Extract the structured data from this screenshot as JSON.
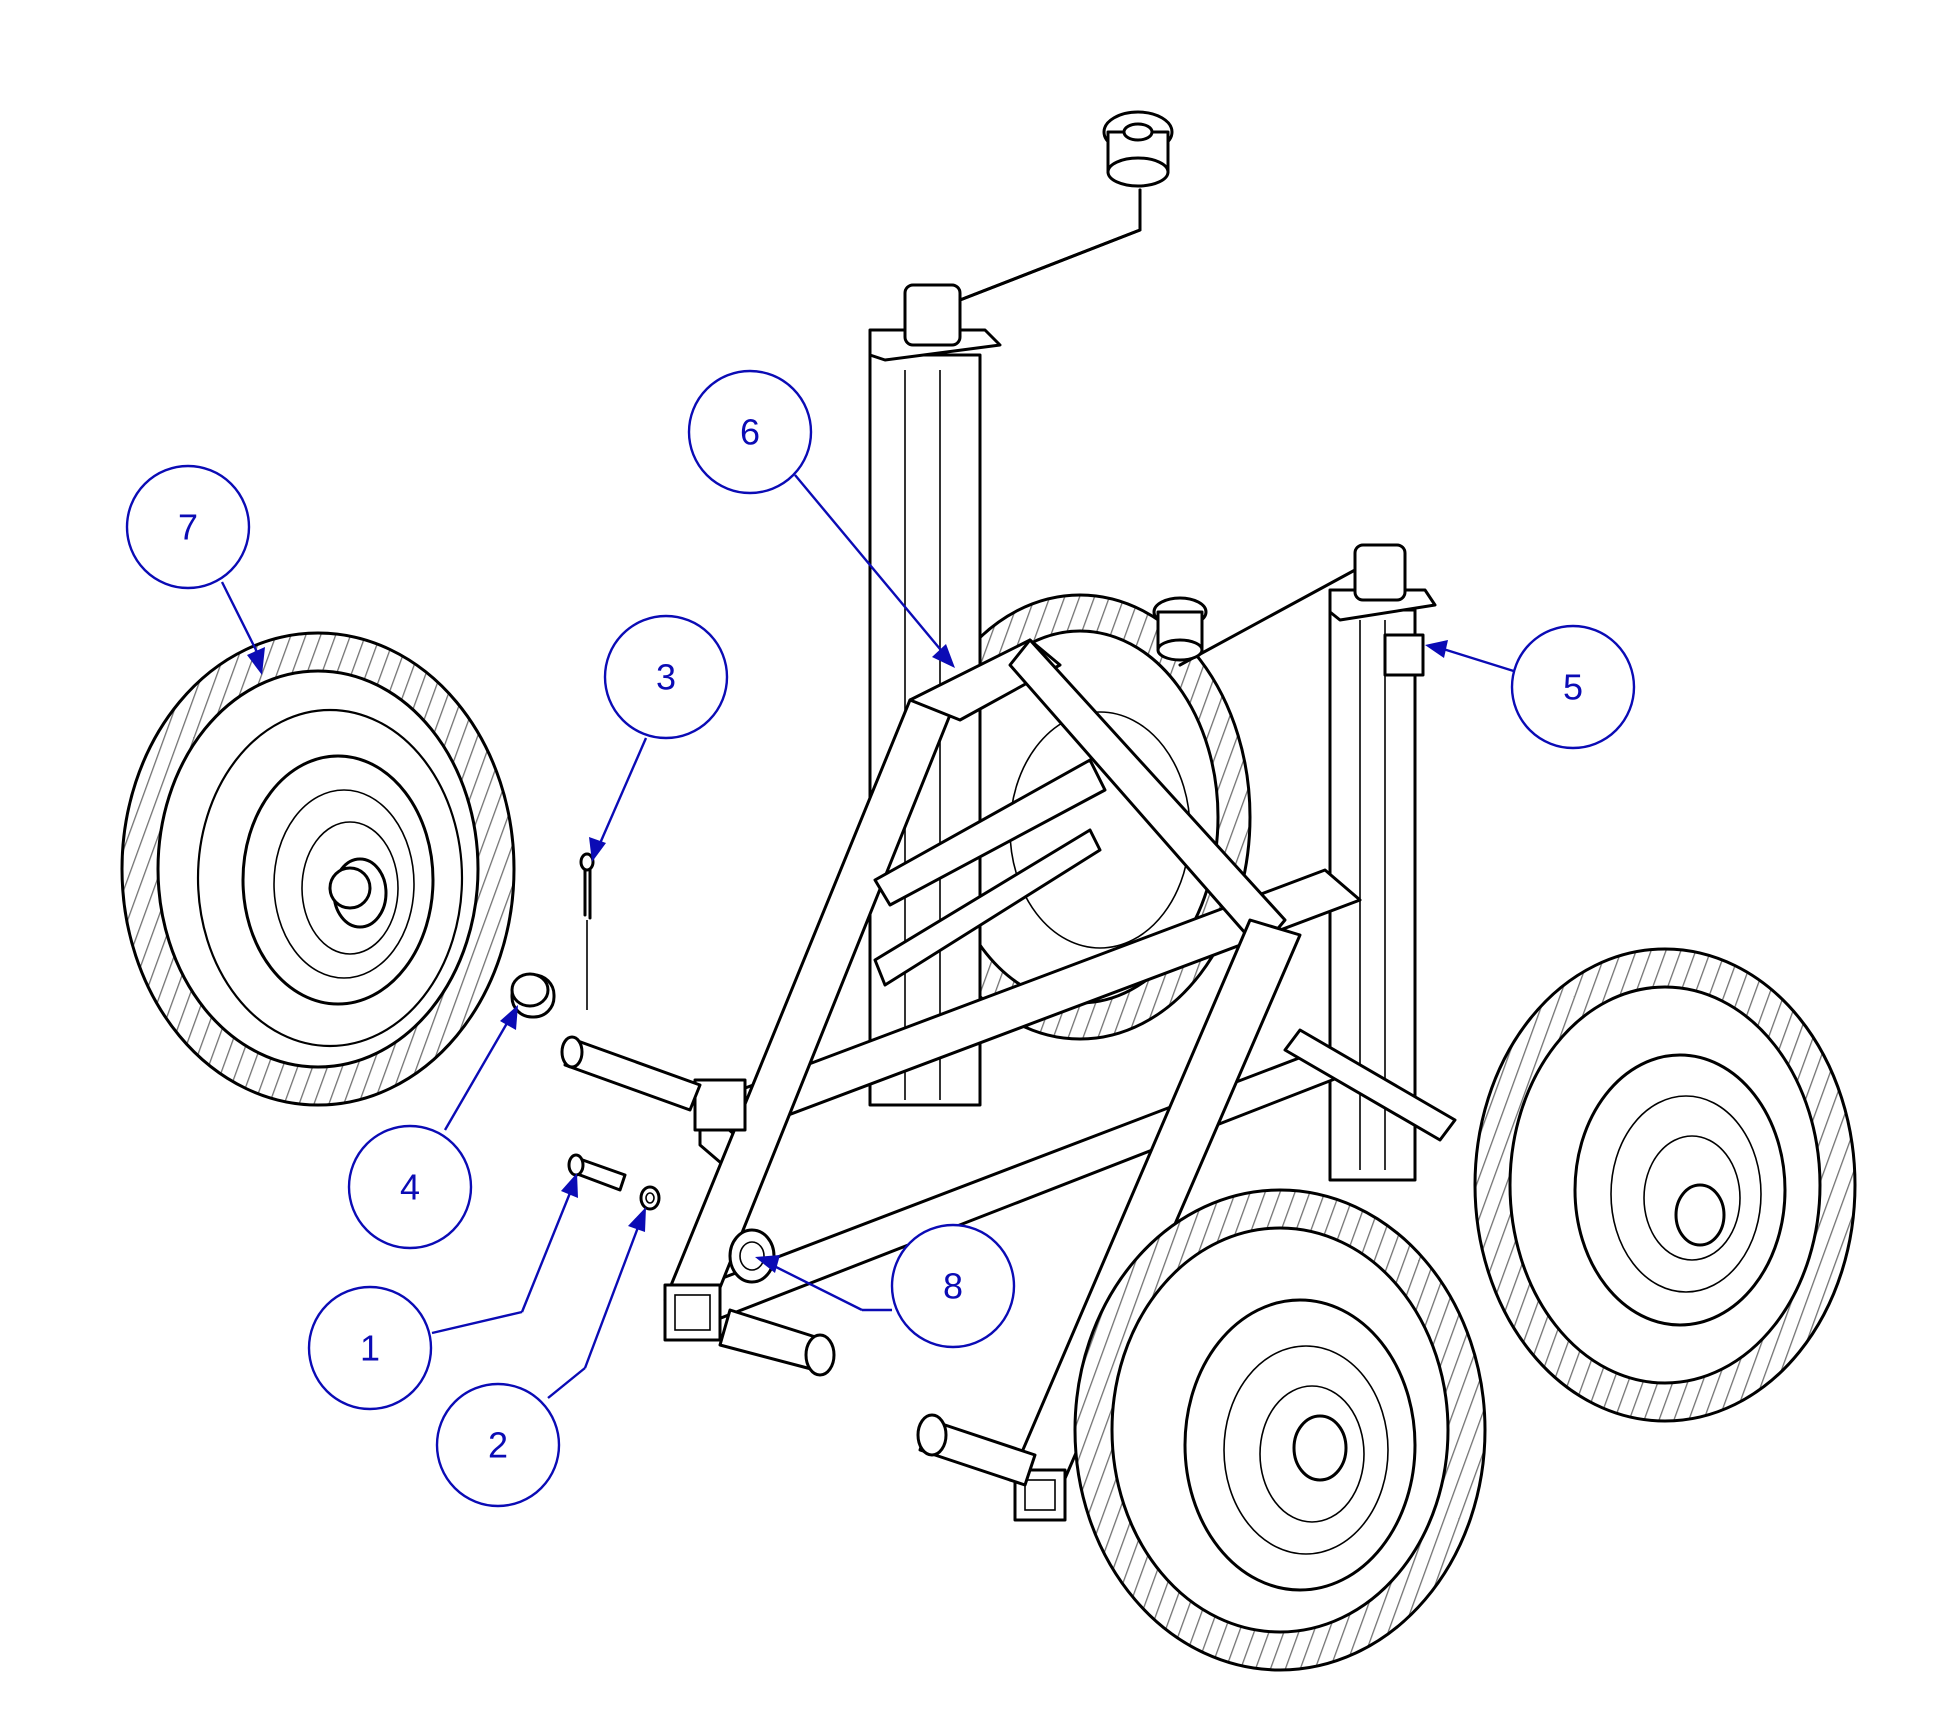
{
  "callouts": [
    {
      "id": "1",
      "label": "1"
    },
    {
      "id": "2",
      "label": "2"
    },
    {
      "id": "3",
      "label": "3"
    },
    {
      "id": "4",
      "label": "4"
    },
    {
      "id": "5",
      "label": "5"
    },
    {
      "id": "6",
      "label": "6"
    },
    {
      "id": "7",
      "label": "7"
    },
    {
      "id": "8",
      "label": "8"
    }
  ],
  "colors": {
    "linework": "#000000",
    "callout": "#0b0bb5",
    "background": "#ffffff"
  }
}
